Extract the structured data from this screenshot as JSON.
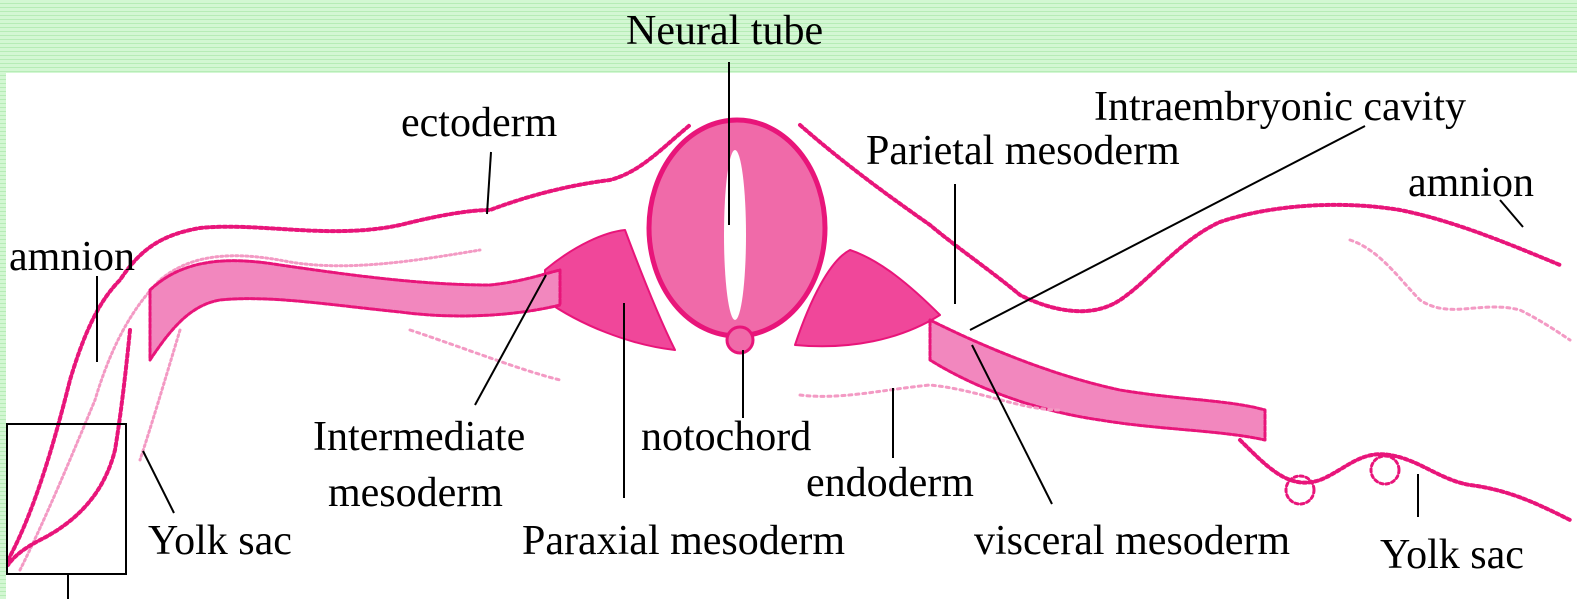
{
  "labels": {
    "neural_tube": "Neural tube",
    "ectoderm": "ectoderm",
    "intraembryonic_cavity": "Intraembryonic cavity",
    "parietal_mesoderm": "Parietal mesoderm",
    "amnion_right": "amnion",
    "amnion_left": "amnion",
    "intermediate_line1": "Intermediate",
    "intermediate_line2": "mesoderm",
    "notochord": "notochord",
    "endoderm": "endoderm",
    "yolk_sac_left": "Yolk sac",
    "paraxial_mesoderm": "Paraxial mesoderm",
    "visceral_mesoderm": "visceral mesoderm",
    "yolk_sac_right": "Yolk sac"
  },
  "colors": {
    "tissue": "#e8157a",
    "tissue_light": "#f39ac4",
    "background_green": "#c8f2c8",
    "leader_lines": "#000000"
  }
}
